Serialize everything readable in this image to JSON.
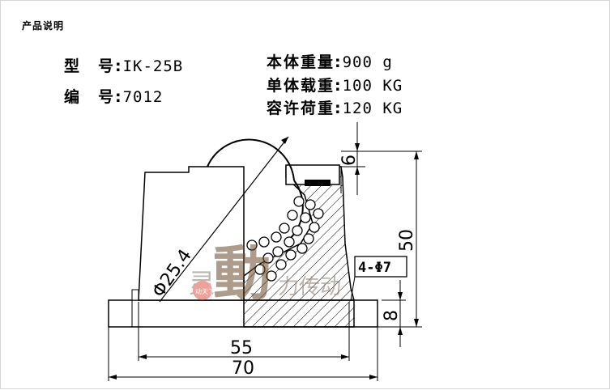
{
  "heading": "产品说明",
  "specs": {
    "model": {
      "label": "型　号:",
      "value": "IK-25B"
    },
    "code": {
      "label": "编　号:",
      "value": "7012"
    },
    "weight": {
      "label": "本体重量:",
      "value": "900 g"
    },
    "unit_load": {
      "label": "单体载重:",
      "value": "100 KG"
    },
    "allow_load": {
      "label": "容许荷重:",
      "value": "120 KG"
    }
  },
  "drawing": {
    "ball_diameter": "Φ25.4",
    "dim_55": "55",
    "dim_70": "70",
    "dim_50": "50",
    "dim_8": "8",
    "dim_6": "6",
    "holes": "4-Φ7"
  },
  "watermark": {
    "big": "動",
    "left": "灵",
    "tail": "力传动",
    "seal": "动天下"
  }
}
